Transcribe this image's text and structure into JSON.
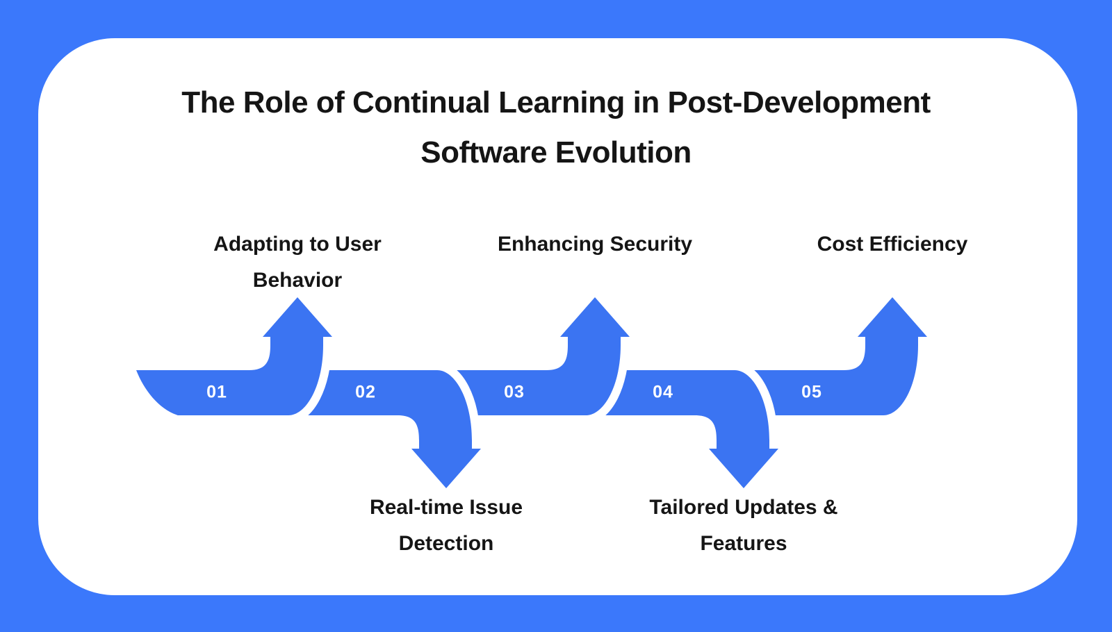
{
  "page": {
    "background_color": "#3B78FB",
    "card_color": "#ffffff",
    "text_color": "#151515"
  },
  "title": {
    "lines": [
      "The Role of Continual Learning in Post-Development",
      "Software Evolution"
    ]
  },
  "diagram": {
    "arrow_color": "#3B74F2",
    "number_color": "#ffffff",
    "steps": [
      {
        "number": "01",
        "direction": "up",
        "label_lines": [
          "Adapting to User",
          "Behavior"
        ]
      },
      {
        "number": "02",
        "direction": "down",
        "label_lines": [
          "Real-time Issue",
          "Detection"
        ]
      },
      {
        "number": "03",
        "direction": "up",
        "label_lines": [
          "Enhancing Security"
        ]
      },
      {
        "number": "04",
        "direction": "down",
        "label_lines": [
          "Tailored Updates &",
          "Features"
        ]
      },
      {
        "number": "05",
        "direction": "up",
        "label_lines": [
          "Cost Efficiency"
        ]
      }
    ]
  }
}
